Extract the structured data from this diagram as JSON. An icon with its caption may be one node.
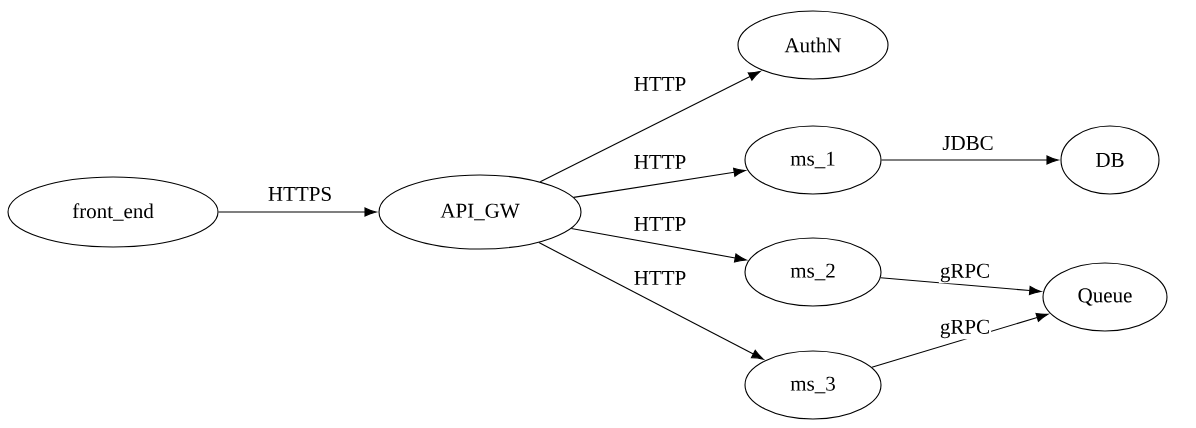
{
  "diagram": {
    "nodes": [
      {
        "text": [
          "front_end"
        ]
      },
      {
        "text": [
          "API_GW"
        ]
      },
      {
        "text": [
          "AuthN"
        ]
      },
      {
        "text": [
          "ms_1"
        ]
      },
      {
        "text": [
          "DB"
        ]
      },
      {
        "text": [
          "ms_2"
        ]
      },
      {
        "text": [
          "Queue"
        ]
      },
      {
        "text": [
          "ms_3"
        ]
      }
    ],
    "edges": [
      {
        "from": 0,
        "to": 1,
        "arrow": "to",
        "label": "HTTPS"
      },
      {
        "from": 1,
        "to": 2,
        "arrow": "to",
        "label": "HTTP"
      },
      {
        "from": 1,
        "to": 3,
        "arrow": "to",
        "label": "HTTP"
      },
      {
        "from": 1,
        "to": 5,
        "arrow": "to",
        "label": "HTTP"
      },
      {
        "from": 1,
        "to": 7,
        "arrow": "to",
        "label": "HTTP"
      },
      {
        "from": 3,
        "to": 4,
        "arrow": "to",
        "label": "JDBC"
      },
      {
        "from": 5,
        "to": 6,
        "arrow": "to",
        "label": "gRPC"
      },
      {
        "from": 7,
        "to": 6,
        "arrow": "to",
        "label": "gRPC"
      }
    ]
  }
}
